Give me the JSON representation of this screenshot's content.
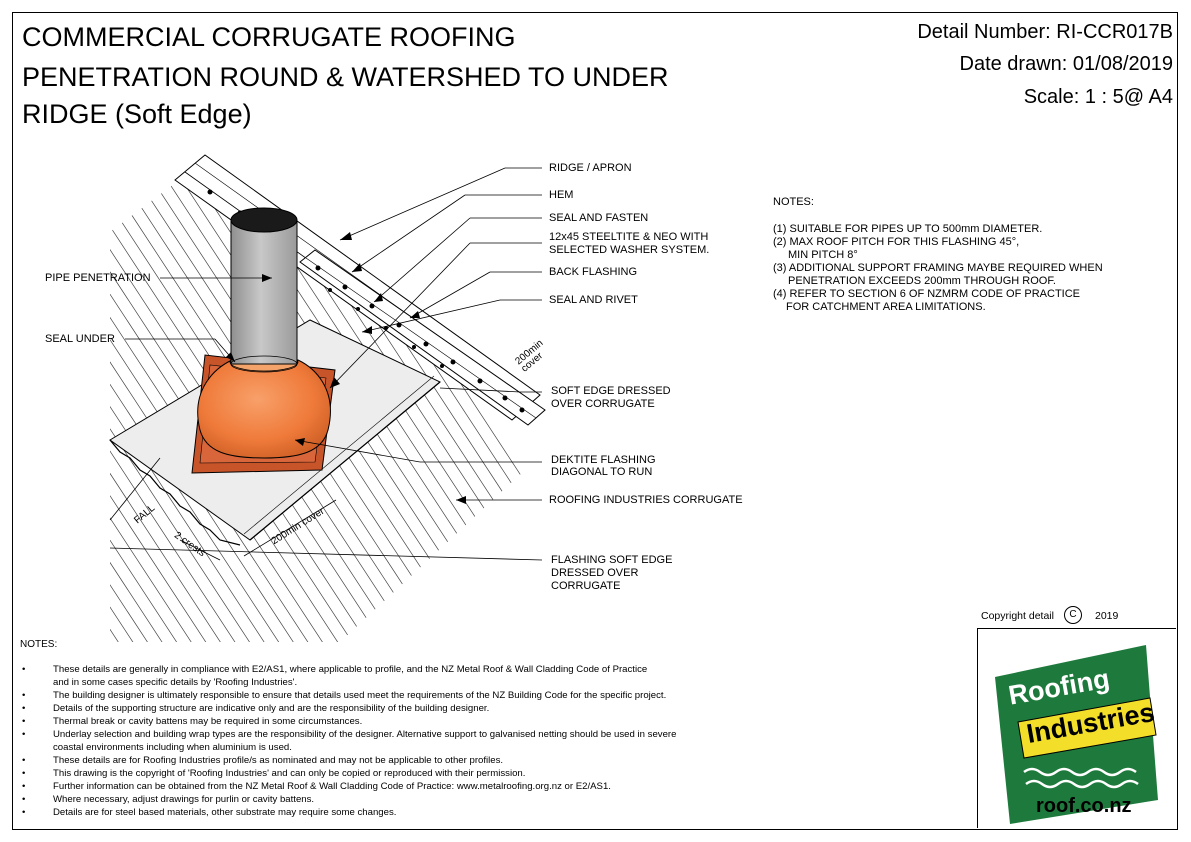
{
  "title": {
    "line1": "COMMERCIAL CORRUGATE ROOFING",
    "line2": "PENETRATION ROUND & WATERSHED TO UNDER",
    "line3": "RIDGE (Soft Edge)"
  },
  "detail": {
    "number": "Detail Number:  RI-CCR017B",
    "date": "Date drawn:  01/08/2019",
    "scale": "Scale:   1 : 5@ A4"
  },
  "labels": {
    "ridge": "RIDGE / APRON",
    "hem": "HEM",
    "seal_fasten": "SEAL AND FASTEN",
    "steeltite1": "12x45  STEELTITE & NEO WITH",
    "steeltite2": "SELECTED WASHER SYSTEM.",
    "back_flashing": "BACK FLASHING",
    "seal_rivet": "SEAL AND RIVET",
    "pipe": "PIPE PENETRATION",
    "seal_under": "SEAL UNDER",
    "soft_edge1": "SOFT EDGE DRESSED",
    "soft_edge2": "OVER CORRUGATE",
    "dektite1": "DEKTITE FLASHING",
    "dektite2": "DIAGONAL TO RUN",
    "corrugate": "ROOFING INDUSTRIES CORRUGATE",
    "fsoft1": "FLASHING SOFT EDGE",
    "fsoft2": "DRESSED OVER",
    "fsoft3": "CORRUGATE",
    "fall": "FALL",
    "crests": "2 crests",
    "cover200": "200min cover",
    "cover_top1": "200min",
    "cover_top2": "cover"
  },
  "notes_right": {
    "heading": "NOTES:",
    "lines": [
      "(1) SUITABLE FOR PIPES UP TO 500mm DIAMETER.",
      "(2) MAX ROOF PITCH FOR THIS FLASHING 45°,",
      "      MIN PITCH 8°",
      "(3) ADDITIONAL SUPPORT FRAMING MAYBE REQUIRED WHEN",
      "      PENETRATION EXCEEDS 200mm THROUGH ROOF.",
      "(4) REFER TO SECTION 6 OF NZMRM CODE OF PRACTICE",
      "    FOR CATCHMENT AREA LIMITATIONS."
    ]
  },
  "general_notes": {
    "heading": "NOTES:",
    "items": [
      {
        "bullet": "•",
        "text": "These details are generally in compliance with E2/AS1, where applicable to profile, and the NZ Metal Roof & Wall Cladding Code of Practice"
      },
      {
        "bullet": "",
        "text": "and in some cases specific details by 'Roofing Industries'."
      },
      {
        "bullet": "•",
        "text": "The building designer is ultimately responsible to ensure that details used meet the requirements of the NZ Building Code for the specific project."
      },
      {
        "bullet": "•",
        "text": "Details of the supporting structure are indicative only and are the responsibility of the building designer."
      },
      {
        "bullet": "•",
        "text": "Thermal break or cavity battens may be required in some circumstances."
      },
      {
        "bullet": "•",
        "text": "Underlay selection and building wrap types are the responsibility of the designer. Alternative support to galvanised netting should be used in severe"
      },
      {
        "bullet": "",
        "text": "coastal environments including when aluminium is used."
      },
      {
        "bullet": "•",
        "text": "These details are for Roofing Industries profile/s as nominated and may not be applicable to other profiles."
      },
      {
        "bullet": "•",
        "text": "This drawing is the copyright of 'Roofing Industries' and can only be copied or reproduced with their permission."
      },
      {
        "bullet": "•",
        "text": "Further information can be obtained from the NZ Metal Roof & Wall Cladding Code of Practice: www.metalroofing.org.nz or E2/AS1."
      },
      {
        "bullet": "•",
        "text": "Where necessary, adjust drawings for purlin or cavity battens."
      },
      {
        "bullet": "•",
        "text": "Details are for steel based materials, other substrate may require some changes."
      }
    ]
  },
  "copyright": {
    "text": "Copyright detail",
    "symbol": "C",
    "year": "2019"
  },
  "logo": {
    "line1": "Roofing",
    "line2": "Industries",
    "site": "roof.co.nz"
  },
  "colors": {
    "pipe": "#b9b9b9",
    "boot": "#f07a3c",
    "base": "#c8542a",
    "logo_green": "#1e7a3c",
    "logo_yellow": "#f3df2a"
  }
}
